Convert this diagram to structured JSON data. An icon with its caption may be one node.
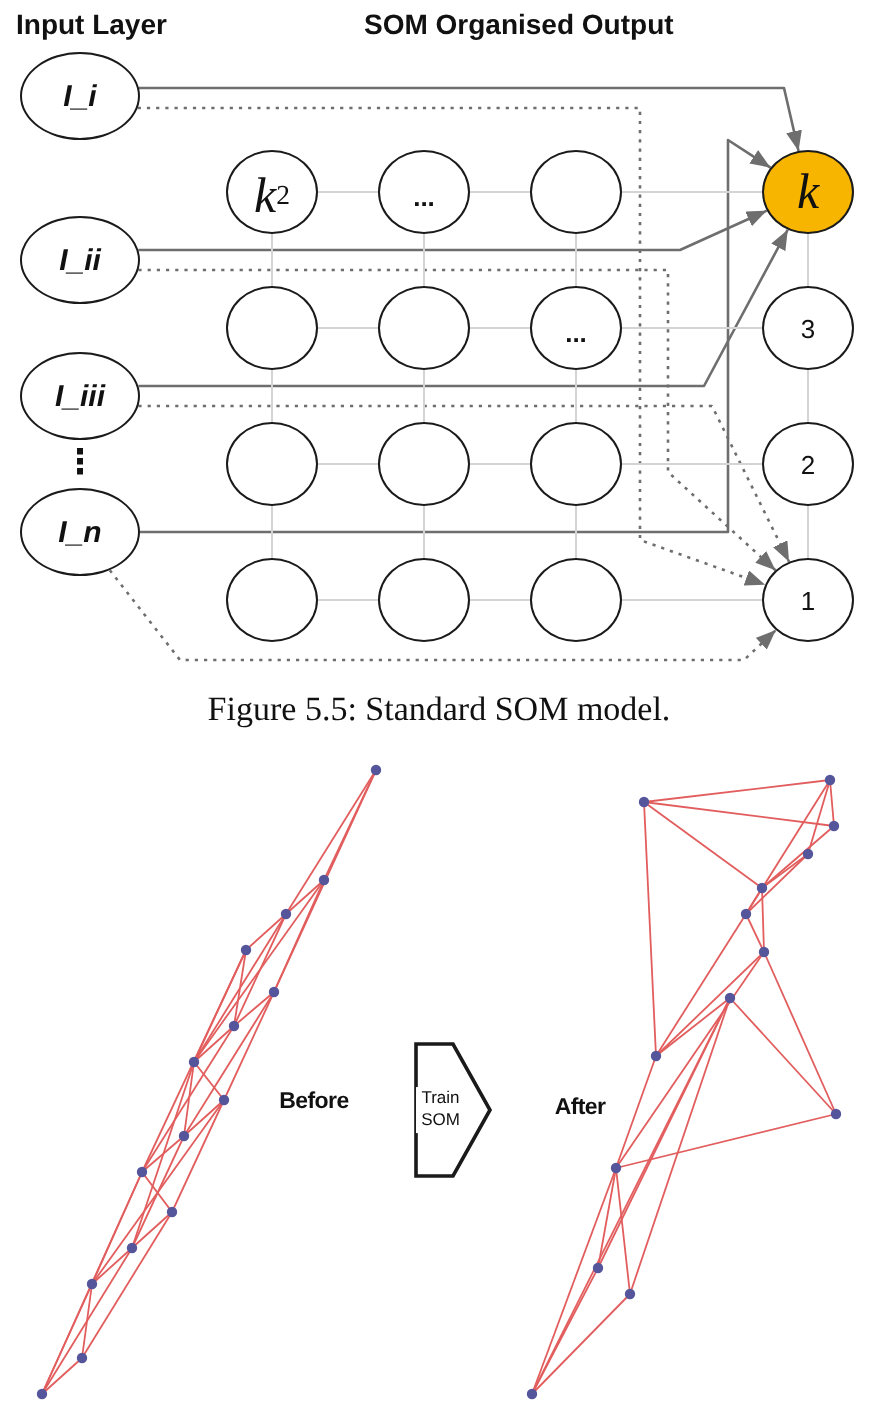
{
  "diagram": {
    "caption": "Figure 5.5: Standard SOM model.",
    "nodes": [
      {
        "text": [
          "I_i"
        ]
      },
      {
        "text": [
          "I_ii"
        ]
      },
      {
        "text": [
          "I_iii"
        ]
      },
      {
        "text": [
          "I_n"
        ]
      },
      {
        "text": [
          "k$^{2}$"
        ]
      },
      {
        "text": [
          "..."
        ]
      },
      {
        "text": [],
        "shape": "circle"
      },
      {
        "text": [
          "k"
        ]
      },
      {
        "text": [],
        "shape": "circle"
      },
      {
        "text": [],
        "shape": "circle"
      },
      {
        "text": [
          "..."
        ]
      },
      {
        "text": [
          "3"
        ]
      },
      {
        "text": [],
        "shape": "circle"
      },
      {
        "text": [],
        "shape": "circle"
      },
      {
        "text": [],
        "shape": "circle"
      },
      {
        "text": [
          "2"
        ]
      },
      {
        "text": [],
        "shape": "circle"
      },
      {
        "text": [],
        "shape": "circle"
      },
      {
        "text": [],
        "shape": "circle"
      },
      {
        "text": [
          "1"
        ]
      },
      {
        "text": [
          "Before"
        ]
      },
      {
        "text": [
          "After"
        ]
      }
    ],
    "edges": [
      {
        "from": 0,
        "to": 7,
        "arrow": "to",
        "color": "#6e6e6e"
      },
      {
        "from": 1,
        "to": 7,
        "arrow": "to",
        "color": "#6e6e6e"
      },
      {
        "from": 2,
        "to": 7,
        "arrow": "to",
        "color": "#6e6e6e"
      },
      {
        "from": 3,
        "to": 7,
        "arrow": "to",
        "color": "#6e6e6e"
      },
      {
        "from": 0,
        "to": 19,
        "arrow": "to",
        "style": "dashed",
        "color": "#6e6e6e"
      },
      {
        "from": 1,
        "to": 19,
        "arrow": "to",
        "style": "dashed",
        "color": "#6e6e6e"
      },
      {
        "from": 2,
        "to": 19,
        "arrow": "to",
        "style": "dashed",
        "color": "#6e6e6e"
      },
      {
        "from": 3,
        "to": 19,
        "arrow": "to",
        "style": "dashed",
        "color": "#6e6e6e"
      },
      {
        "from": 4,
        "to": 5,
        "arrow": "none"
      },
      {
        "from": 5,
        "to": 6,
        "arrow": "none"
      },
      {
        "from": 6,
        "to": 7,
        "arrow": "none"
      },
      {
        "from": 8,
        "to": 9,
        "arrow": "none"
      },
      {
        "from": 9,
        "to": 10,
        "arrow": "none"
      },
      {
        "from": 10,
        "to": 11,
        "arrow": "none"
      },
      {
        "from": 12,
        "to": 13,
        "arrow": "none"
      },
      {
        "from": 13,
        "to": 14,
        "arrow": "none"
      },
      {
        "from": 14,
        "to": 15,
        "arrow": "none"
      },
      {
        "from": 16,
        "to": 17,
        "arrow": "none"
      },
      {
        "from": 17,
        "to": 18,
        "arrow": "none"
      },
      {
        "from": 18,
        "to": 19,
        "arrow": "none"
      },
      {
        "from": 4,
        "to": 8,
        "arrow": "none"
      },
      {
        "from": 5,
        "to": 9,
        "arrow": "none"
      },
      {
        "from": 6,
        "to": 10,
        "arrow": "none"
      },
      {
        "from": 7,
        "to": 11,
        "arrow": "none"
      },
      {
        "from": 8,
        "to": 12,
        "arrow": "none"
      },
      {
        "from": 9,
        "to": 13,
        "arrow": "none"
      },
      {
        "from": 10,
        "to": 14,
        "arrow": "none"
      },
      {
        "from": 11,
        "to": 15,
        "arrow": "none"
      },
      {
        "from": 12,
        "to": 16,
        "arrow": "none"
      },
      {
        "from": 13,
        "to": 17,
        "arrow": "none"
      },
      {
        "from": 14,
        "to": 18,
        "arrow": "none"
      },
      {
        "from": 15,
        "to": 19,
        "arrow": "none"
      },
      {
        "from": 20,
        "to": 21,
        "arrow": "to",
        "label": "Train SOM",
        "color": "#1a1a1a"
      }
    ],
    "labels": [
      "Input Layer",
      "SOM Organised Output",
      "⋮"
    ]
  }
}
